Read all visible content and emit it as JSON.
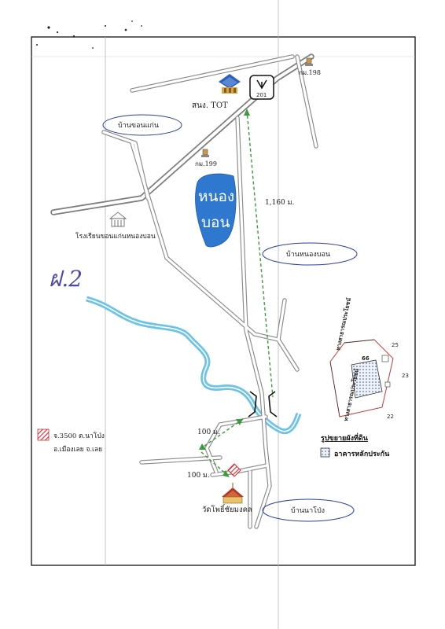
{
  "labels": {
    "tot_office": "สนง. TOT",
    "route_201": "201",
    "km198": "กม.198",
    "km199": "กม.199",
    "school": "โรงเรียนขอนแก่นหนองบอน",
    "lake_line1": "หนอง",
    "lake_line2": "บอน",
    "distance_1160": "1,160 ม.",
    "distance_100_a": "100 ม.",
    "distance_100_b": "100 ม.",
    "temple": "วัดโพธิ์ชัยมงคล",
    "handwritten_note": "ฝ.2"
  },
  "villages": {
    "khon_kaen": "บ้านขอนแก่น",
    "nong_bon": "บ้านหนองบอน",
    "na_pong": "บ้านนาโป่ง"
  },
  "legend": {
    "deed_line1": "จ.3500 ต.นาโป่ง",
    "deed_line2": "อ.เมืองเลย จ.เลย"
  },
  "inset": {
    "title": "รูปขยายผังที่ดิน",
    "building_legend": "อาคารหลักประกัน",
    "lot_number": "66",
    "road_top_label": "ทางสาธารณประโยชน์",
    "road_side_label": "ทางสาธารณประโยชน์",
    "neighbor_25": "25",
    "neighbor_23": "23",
    "neighbor_22": "22"
  },
  "colors": {
    "road_fill": "#ffffff",
    "road_outline": "#8a8a8a",
    "main_road_outline": "#7d7d7d",
    "river": "#6cc3e6",
    "lake": "#2f78d0",
    "path_dashed": "#3d9a3d",
    "village_ellipse": "#2d3f9e",
    "plot_hatch": "#d9272e",
    "building_dots": "#3a5a8a"
  },
  "icons": {
    "tot_building": "building-icon",
    "route_shield": "route-shield-icon",
    "km_marker": "kilometer-marker-icon",
    "school": "school-icon",
    "temple": "temple-icon",
    "north_arrow": "north-arrow-icon"
  }
}
